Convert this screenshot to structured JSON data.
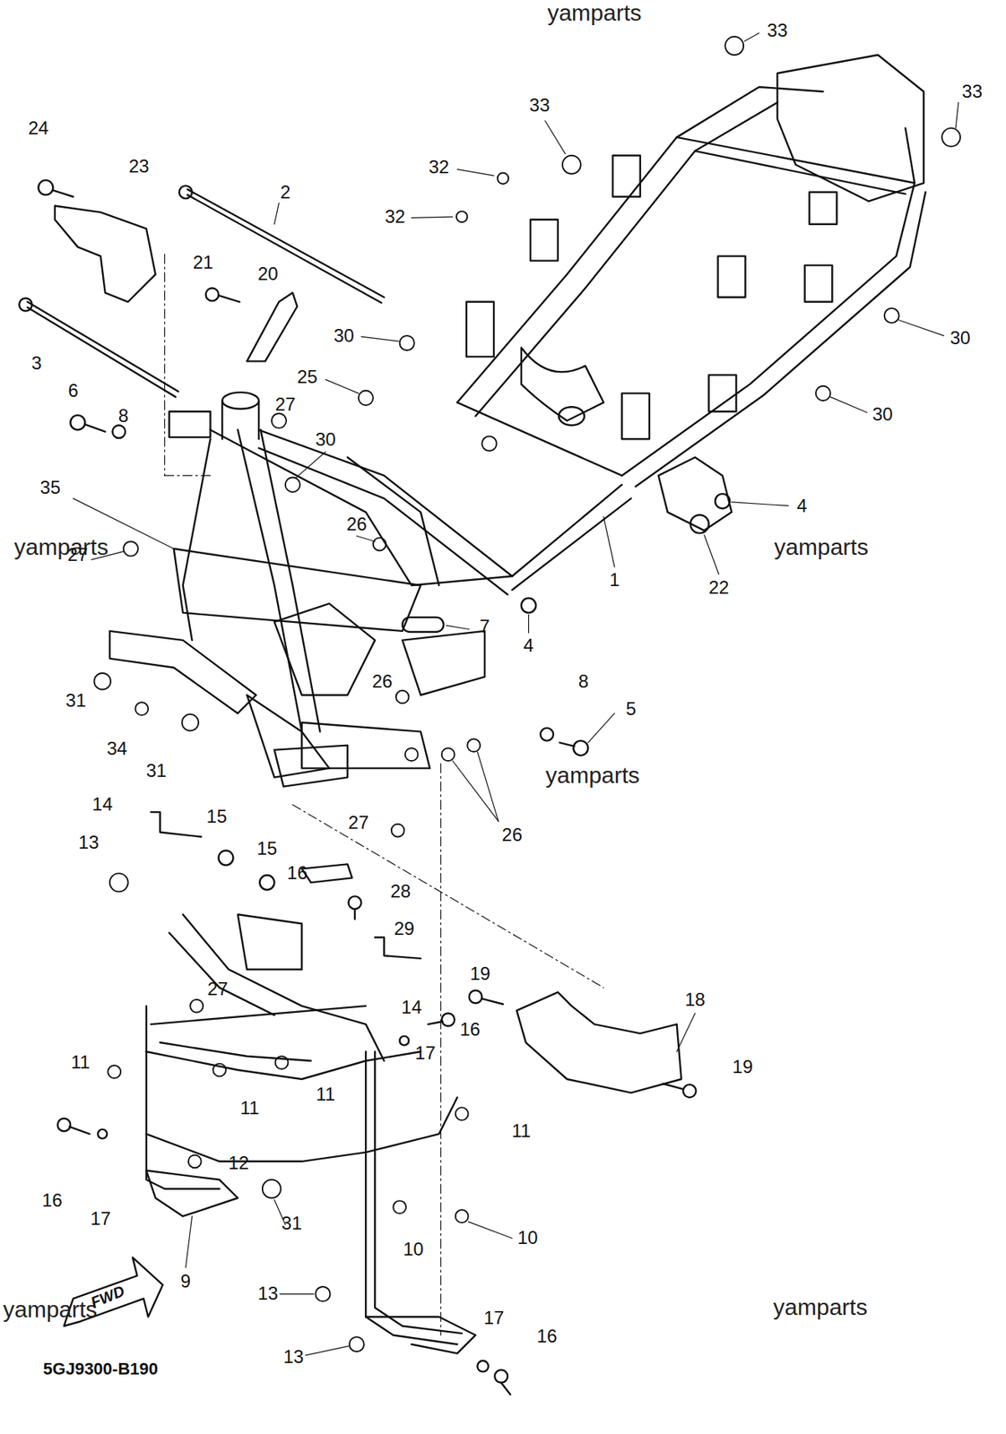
{
  "diagram": {
    "labels": [
      "yamparts",
      "33",
      "33",
      "33",
      "24",
      "23",
      "32",
      "2",
      "32",
      "21",
      "20",
      "3",
      "30",
      "30",
      "25",
      "6",
      "8",
      "27",
      "30",
      "30",
      "35",
      "26",
      "4",
      "yamparts",
      "yamparts",
      "27",
      "1",
      "22",
      "4",
      "7",
      "26",
      "8",
      "5",
      "31",
      "34",
      "31",
      "yamparts",
      "26",
      "14",
      "15",
      "27",
      "13",
      "15",
      "16",
      "28",
      "29",
      "19",
      "18",
      "14",
      "27",
      "16",
      "19",
      "17",
      "11",
      "11",
      "11",
      "11",
      "12",
      "16",
      "17",
      "31",
      "10",
      "10",
      "9",
      "13",
      "yamparts",
      "yamparts",
      "FWD",
      "17",
      "16",
      "13",
      "5GJ9300-B190"
    ]
  }
}
